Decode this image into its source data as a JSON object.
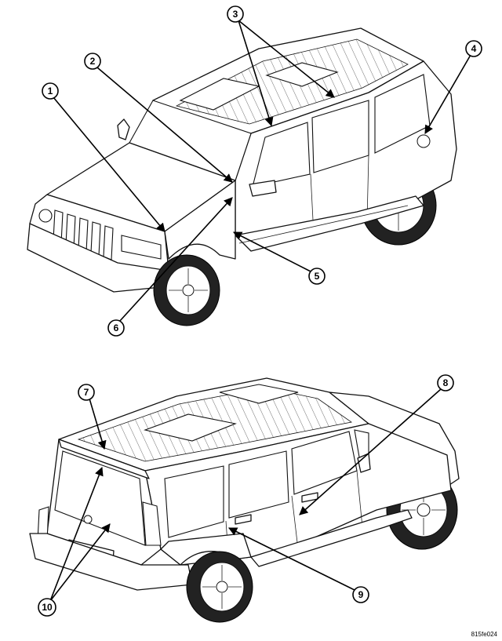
{
  "figure_id": "815fe024",
  "callouts": [
    "1",
    "2",
    "3",
    "4",
    "5",
    "6",
    "7",
    "8",
    "9",
    "10"
  ]
}
